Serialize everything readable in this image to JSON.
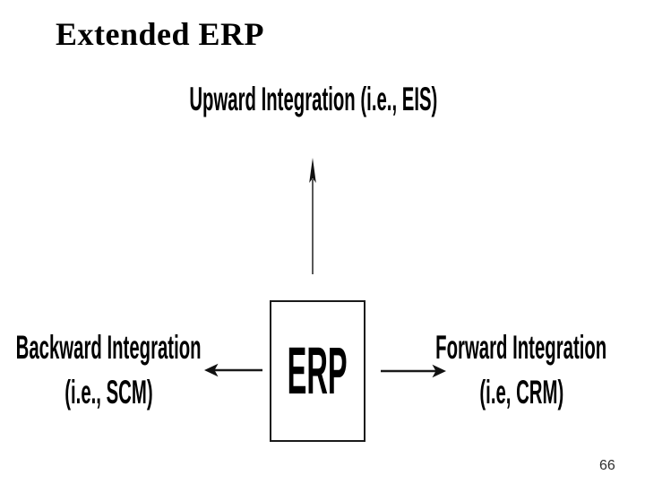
{
  "slide": {
    "title": "Extended ERP",
    "page_number": "66",
    "background_color": "#ffffff",
    "text_color": "#000000"
  },
  "diagram": {
    "top_label": "Upward Integration (i.e., EIS)",
    "center_box": {
      "label": "ERP",
      "border_color": "#000000",
      "fill_color": "#ffffff"
    },
    "left_label": {
      "line1": "Backward Integration",
      "line2": "(i.e., SCM)"
    },
    "right_label": {
      "line1": "Forward Integration",
      "line2": "(i.e, CRM)"
    },
    "arrows": [
      {
        "name": "upward-arrow",
        "direction": "up"
      },
      {
        "name": "backward-arrow",
        "direction": "left"
      },
      {
        "name": "forward-arrow",
        "direction": "right"
      }
    ],
    "arrow_color": "#111111"
  }
}
